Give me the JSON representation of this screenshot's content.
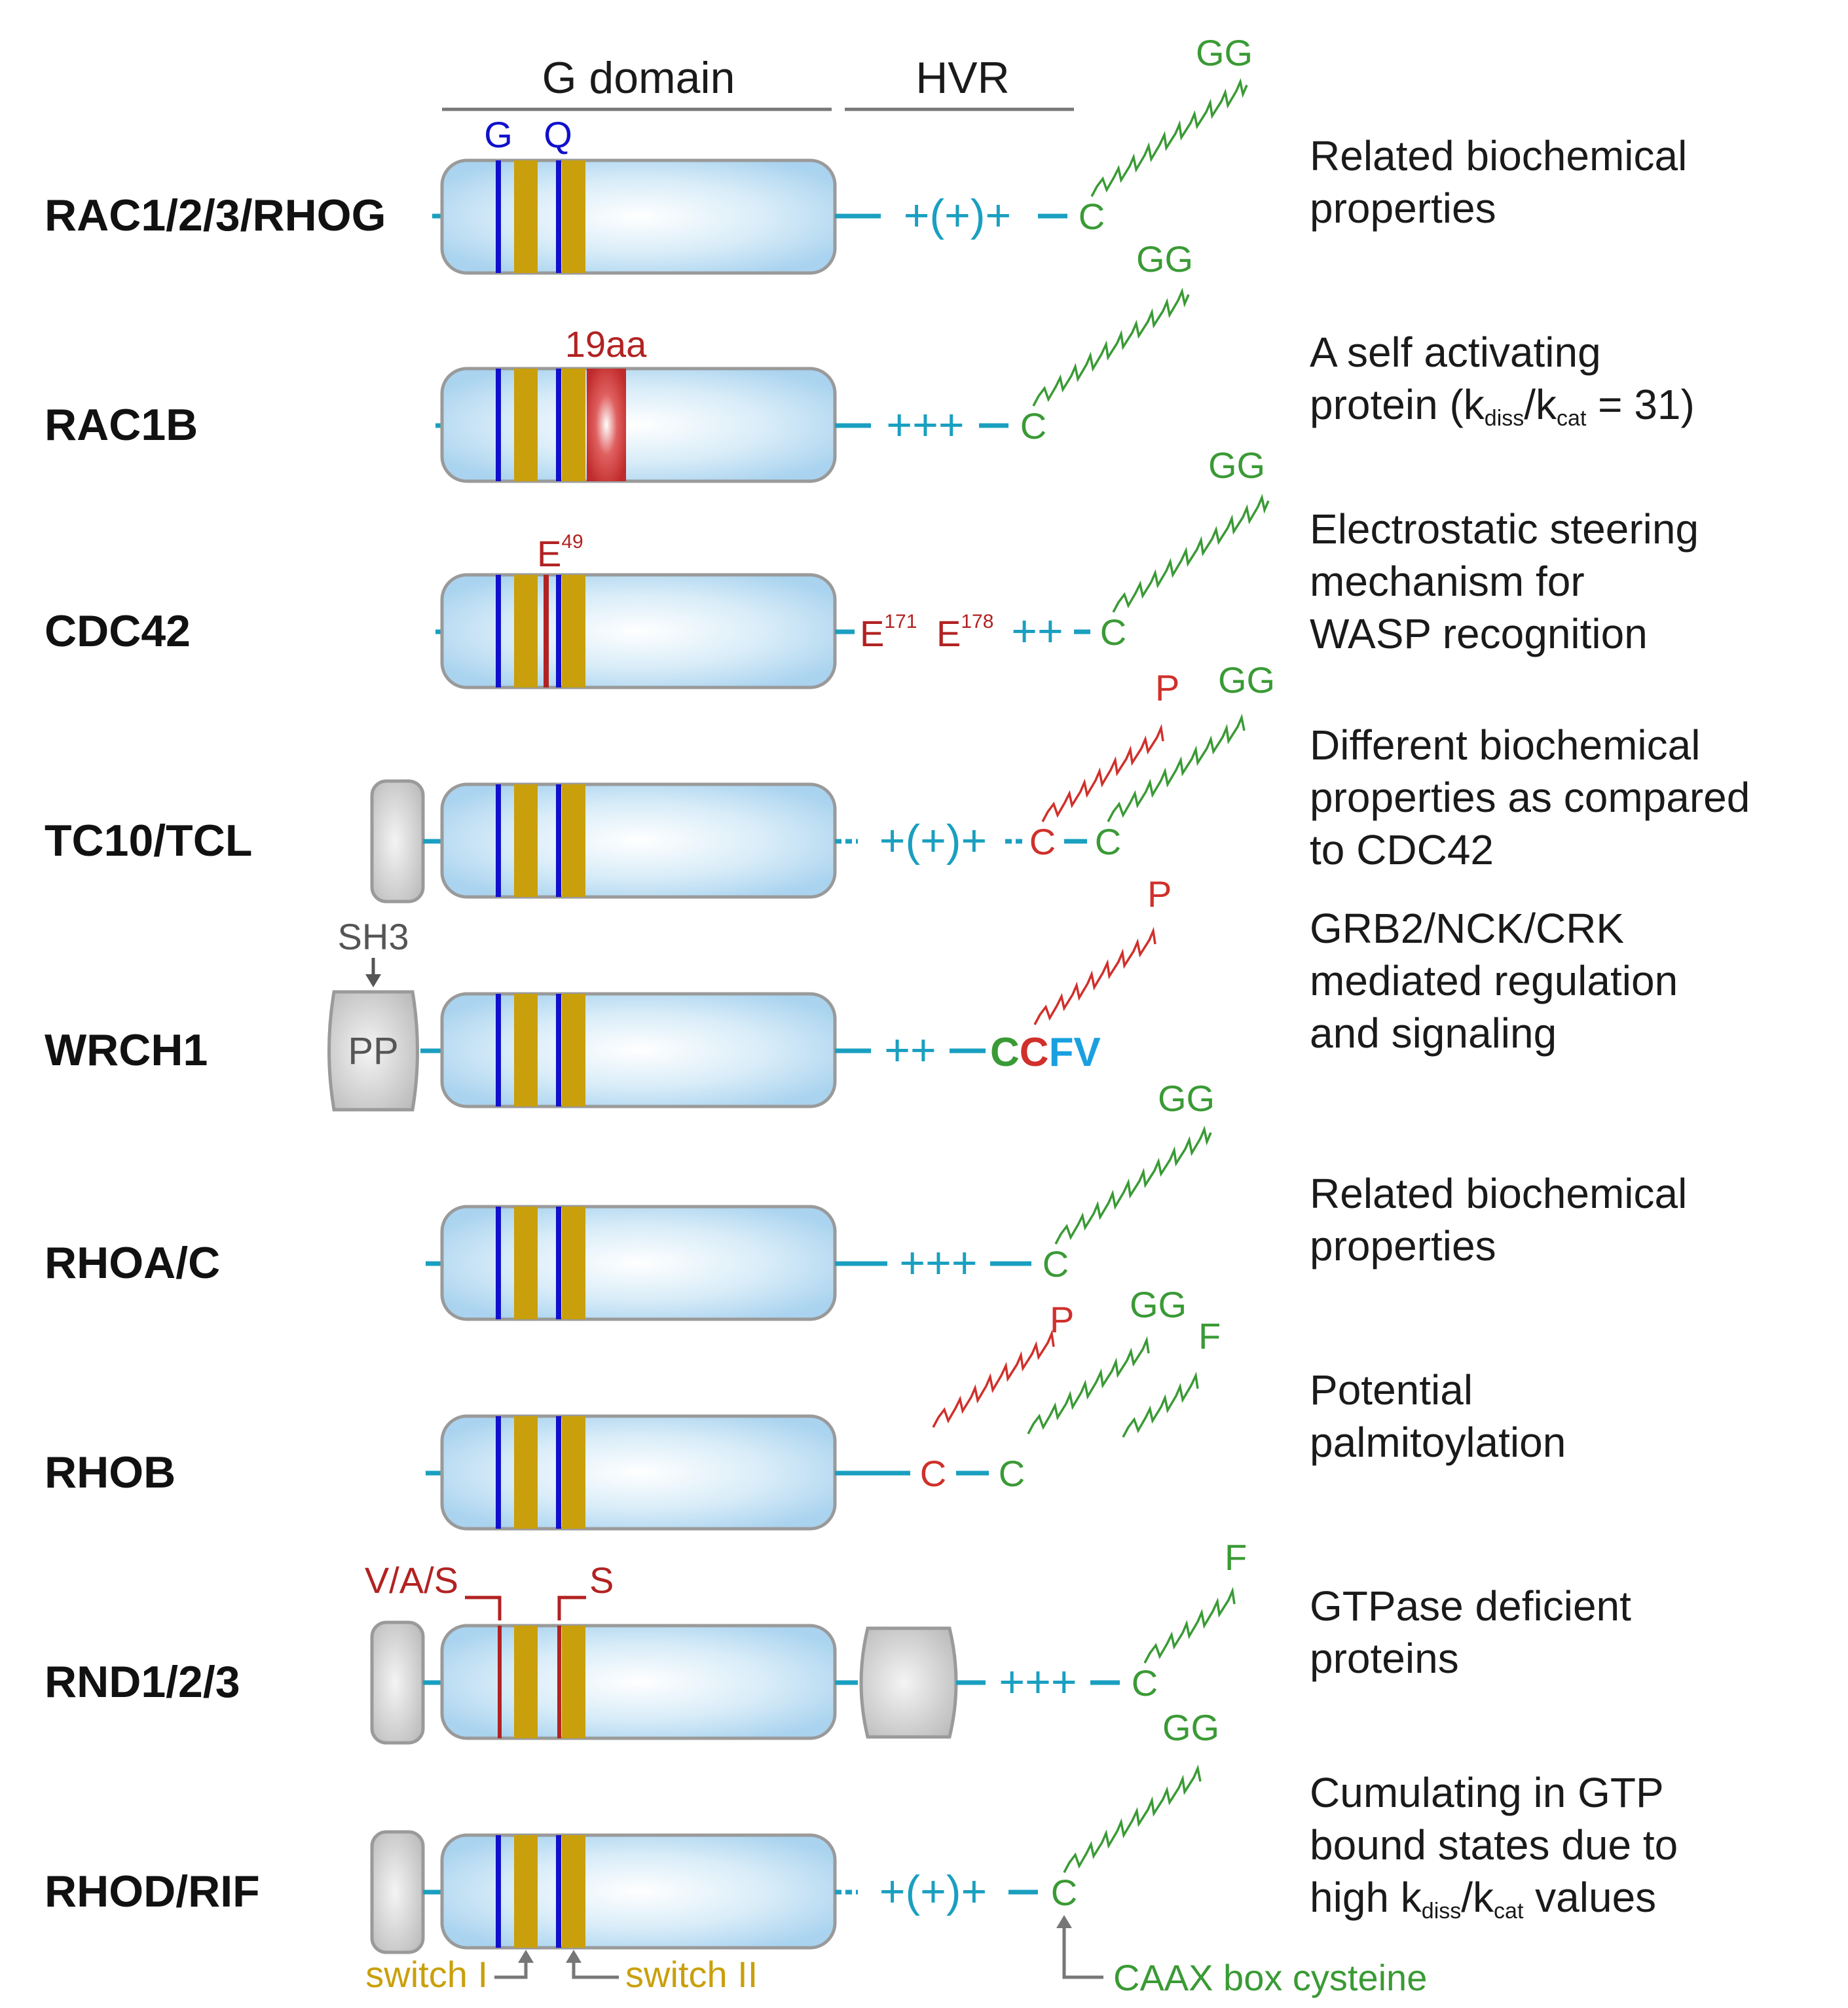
{
  "header": {
    "g_domain": "G domain",
    "hvr": "HVR"
  },
  "colors": {
    "domain_fill": "#bfe0f4",
    "switch": "#c9a00c",
    "g_motif": "#1010cc",
    "mutant_motif": "#b22222",
    "hvr_line": "#1a9fc0",
    "isoprenyl": "#3a9a35",
    "palmitoyl": "#d0302b",
    "extra_domain": "#c9c9c9"
  },
  "rows": [
    {
      "name": "RAC1/2/3/RHOG",
      "description": [
        "Related biochemical",
        "properties"
      ],
      "motif_labels": [
        "G",
        "Q"
      ],
      "hvr_text": "+(+)+",
      "cys": [
        "C"
      ],
      "lipids": [
        "GG"
      ]
    },
    {
      "name": "RAC1B",
      "description": [
        "A self activating",
        "protein (k",
        "diss",
        "/k",
        "cat",
        " = 31)"
      ],
      "insert_label": "19aa",
      "hvr_text": "+++",
      "cys": [
        "C"
      ],
      "lipids": [
        "GG"
      ]
    },
    {
      "name": "CDC42",
      "description": [
        "Electrostatic steering",
        "mechanism for",
        "WASP recognition"
      ],
      "motif_label": "E",
      "motif_sup": "49",
      "hvr_residues": [
        {
          "label": "E",
          "sup": "171"
        },
        {
          "label": "E",
          "sup": "178"
        }
      ],
      "hvr_text": "++",
      "cys": [
        "C"
      ],
      "lipids": [
        "GG"
      ]
    },
    {
      "name": "TC10/TCL",
      "description": [
        "Different biochemical",
        "properties as compared",
        "to CDC42"
      ],
      "hvr_text": "+(+)+",
      "cys": [
        "C",
        "C"
      ],
      "lipids": [
        "P",
        "GG"
      ]
    },
    {
      "name": "WRCH1",
      "description": [
        "GRB2/NCK/CRK",
        "mediated regulation",
        "and signaling"
      ],
      "n_terminal_label": "PP",
      "sh3_label": "SH3",
      "hvr_text": "++",
      "terminal_motif": [
        "C",
        "C",
        "FV"
      ],
      "lipids": [
        "P"
      ]
    },
    {
      "name": "RHOA/C",
      "description": [
        "Related biochemical",
        "properties"
      ],
      "hvr_text": "+++",
      "cys": [
        "C"
      ],
      "lipids": [
        "GG"
      ]
    },
    {
      "name": "RHOB",
      "description": [
        "Potential",
        "palmitoylation"
      ],
      "cys": [
        "C",
        "C"
      ],
      "lipids": [
        "P",
        "GG",
        "F"
      ]
    },
    {
      "name": "RND1/2/3",
      "description": [
        "GTPase deficient",
        "proteins"
      ],
      "motif_labels": [
        "V/A/S",
        "S"
      ],
      "hvr_text": "+++",
      "cys": [
        "C"
      ],
      "lipids": [
        "F"
      ]
    },
    {
      "name": "RHOD/RIF",
      "description": [
        "Cumulating in GTP",
        "bound states due to",
        "high k",
        "diss",
        "/k",
        "cat",
        " values"
      ],
      "hvr_text": "+(+)+",
      "cys": [
        "C"
      ],
      "lipids": [
        "GG"
      ]
    }
  ],
  "footer": {
    "switch1": "switch I",
    "switch2": "switch II",
    "caax": "CAAX box cysteine"
  }
}
